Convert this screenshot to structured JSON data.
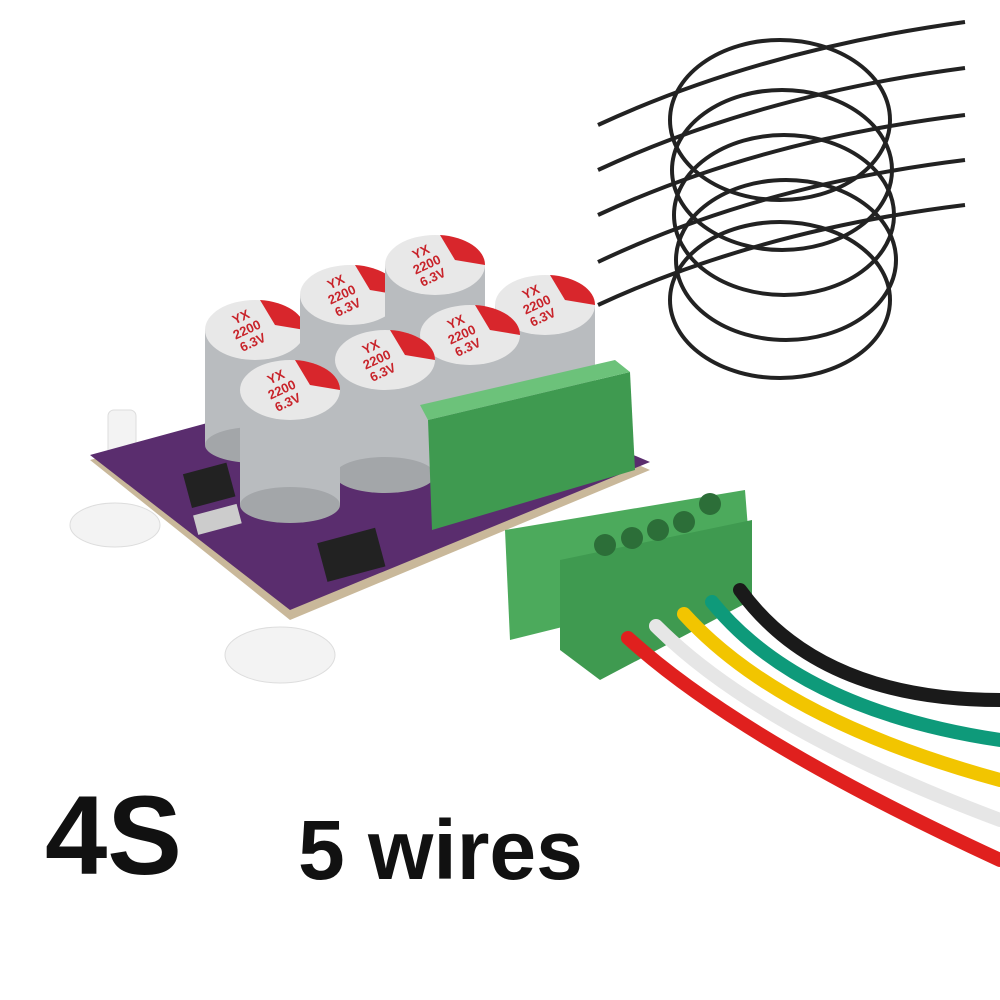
{
  "caption": {
    "cell_count": "4S",
    "wire_count": "5 wires"
  },
  "product": {
    "capacitor_marking": [
      "YX",
      "2200",
      "6.3V"
    ],
    "wire_colors": [
      "#1a1a1a",
      "#0e9a7a",
      "#f2c500",
      "#f4f4f4",
      "#e0201e"
    ],
    "pcb_color": "#5a2d6e",
    "connector_color": "#4caa5c",
    "capacitor_top_color": "#d8262c",
    "capacitor_body_color": "#b9bcbf"
  }
}
